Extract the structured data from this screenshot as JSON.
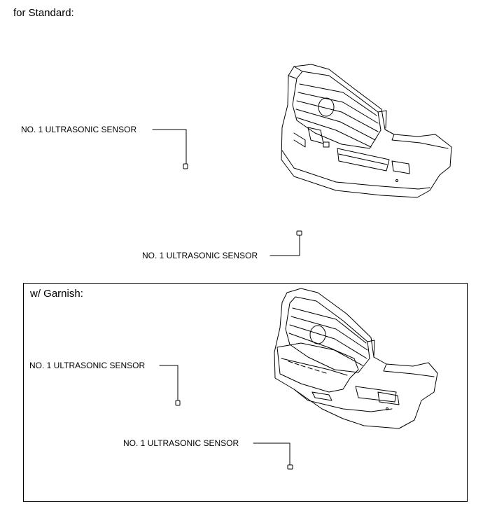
{
  "sections": {
    "standard": {
      "heading": "for Standard:",
      "callouts": [
        "NO. 1 ULTRASONIC SENSOR",
        "NO. 1 ULTRASONIC SENSOR"
      ]
    },
    "garnish": {
      "heading": "w/ Garnish:",
      "callouts": [
        "NO. 1 ULTRASONIC SENSOR",
        "NO. 1 ULTRASONIC SENSOR"
      ]
    }
  },
  "colors": {
    "line": "#000000",
    "background": "#ffffff"
  },
  "icons": [
    "front-bumper-illustration",
    "front-bumper-with-garnish-illustration",
    "ultrasonic-sensor-icon"
  ]
}
